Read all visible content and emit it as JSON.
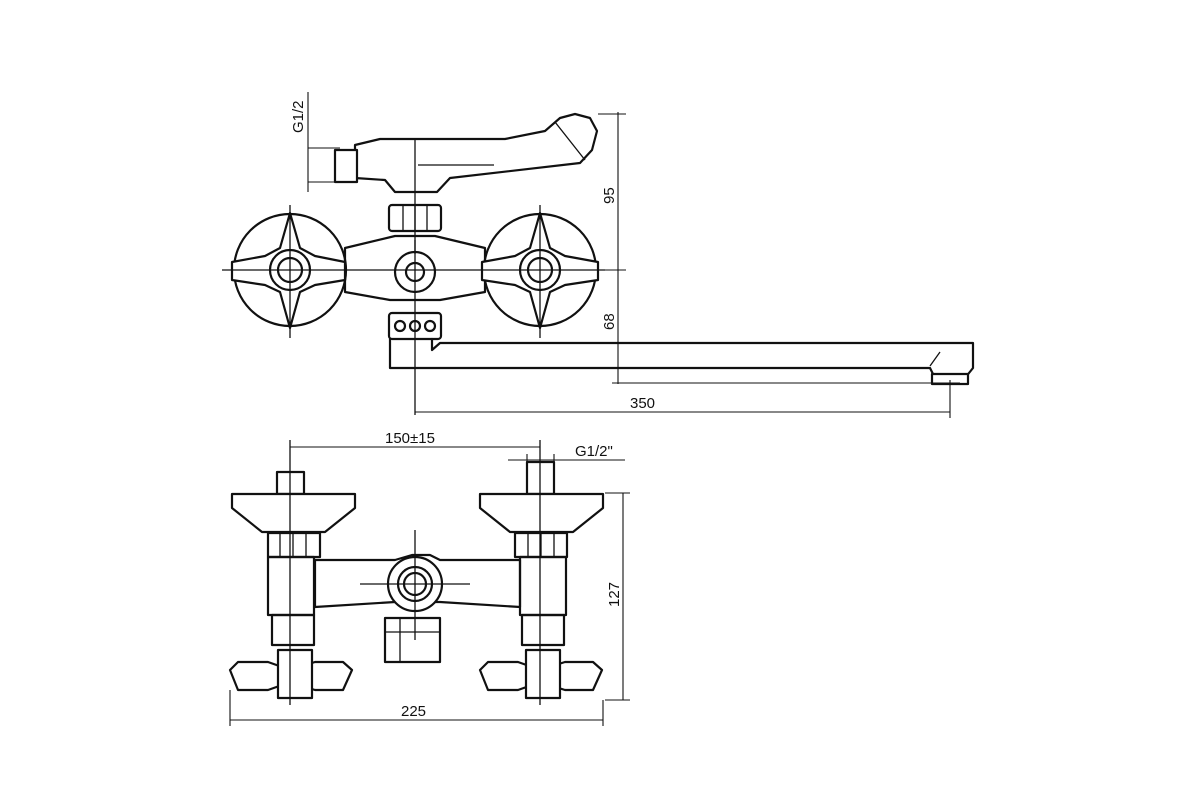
{
  "colors": {
    "line": "#111111",
    "background": "#ffffff"
  },
  "labels": {
    "thread_top": "G1/2",
    "height_upper": "95",
    "height_lower": "68",
    "spout_length": "350",
    "center_distance": "150±15",
    "thread_front": "G1/2\"",
    "front_height": "127",
    "front_width": "225"
  }
}
